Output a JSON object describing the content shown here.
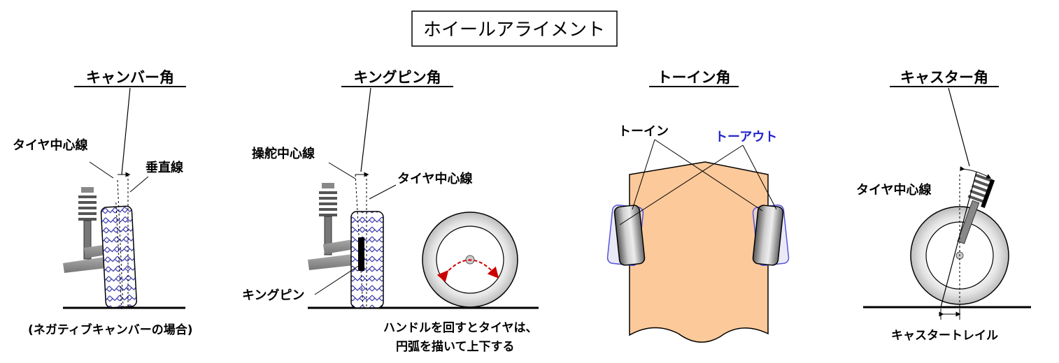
{
  "title": "ホイールアライメント",
  "colors": {
    "tire_pattern": "#3333aa",
    "body": "#fcc99a",
    "arrow_red": "#cc0000",
    "toe_out_text": "#2222cc",
    "toe_out_outline": "#5555dd"
  },
  "camber": {
    "heading": "キャンバー角",
    "tire_center_line": "タイヤ中心線",
    "vertical_line": "垂直線",
    "note": "(ネガティブキャンバーの場合)"
  },
  "kingpin": {
    "heading": "キングピン角",
    "steering_center_line": "操舵中心線",
    "tire_center_line": "タイヤ中心線",
    "kingpin_label": "キングピン",
    "note_line1": "ハンドルを回すとタイヤは、",
    "note_line2": "円弧を描いて上下する"
  },
  "toe": {
    "heading": "トーイン角",
    "toe_in": "トーイン",
    "toe_out": "トーアウト"
  },
  "caster": {
    "heading": "キャスター角",
    "tire_center_line": "タイヤ中心線",
    "caster_trail": "キャスタートレイル"
  }
}
